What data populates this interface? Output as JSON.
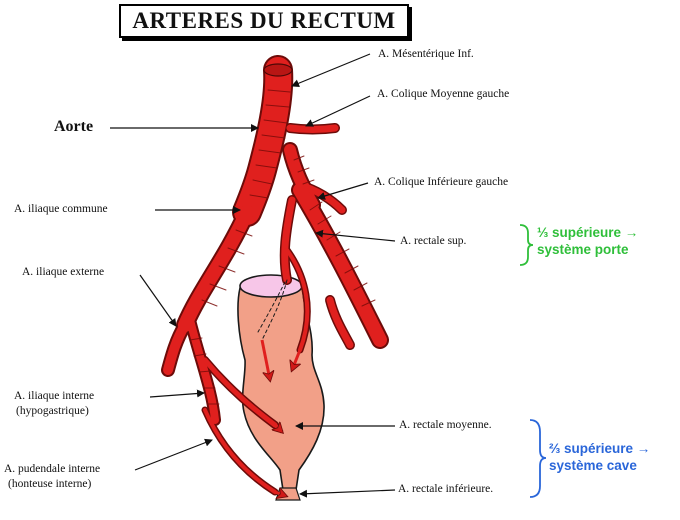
{
  "title": "ARTERES DU RECTUM",
  "labels": {
    "mesenterique_inf": "A. Mésentérique Inf.",
    "colique_moyenne_gauche": "A. Colique Moyenne gauche",
    "aorte": "Aorte",
    "colique_inferieure_gauche": "A. Colique Inférieure gauche",
    "iliaque_commune": "A. iliaque commune",
    "rectale_sup": "A. rectale sup.",
    "iliaque_externe": "A. iliaque externe",
    "iliaque_interne_line1": "A. iliaque interne",
    "iliaque_interne_line2": "(hypogastrique)",
    "rectale_moyenne": "A. rectale moyenne.",
    "pudendale_interne_line1": "A. pudendale interne",
    "pudendale_interne_line2": "(honteuse interne)",
    "rectale_inferieure": "A. rectale inférieure."
  },
  "annotations": {
    "superieure_line1": "⅓ supérieure →",
    "superieure_line2": "système porte",
    "inferieure_line1": "⅔ supérieure →",
    "inferieure_line2": "système cave"
  },
  "colors": {
    "artery": "#e0201e",
    "artery_dark": "#8a0e0c",
    "rectum": "#f2a088",
    "rectum_top": "#f7c6e8",
    "green_note": "#2fbf3a",
    "blue_note": "#2a66d9"
  }
}
